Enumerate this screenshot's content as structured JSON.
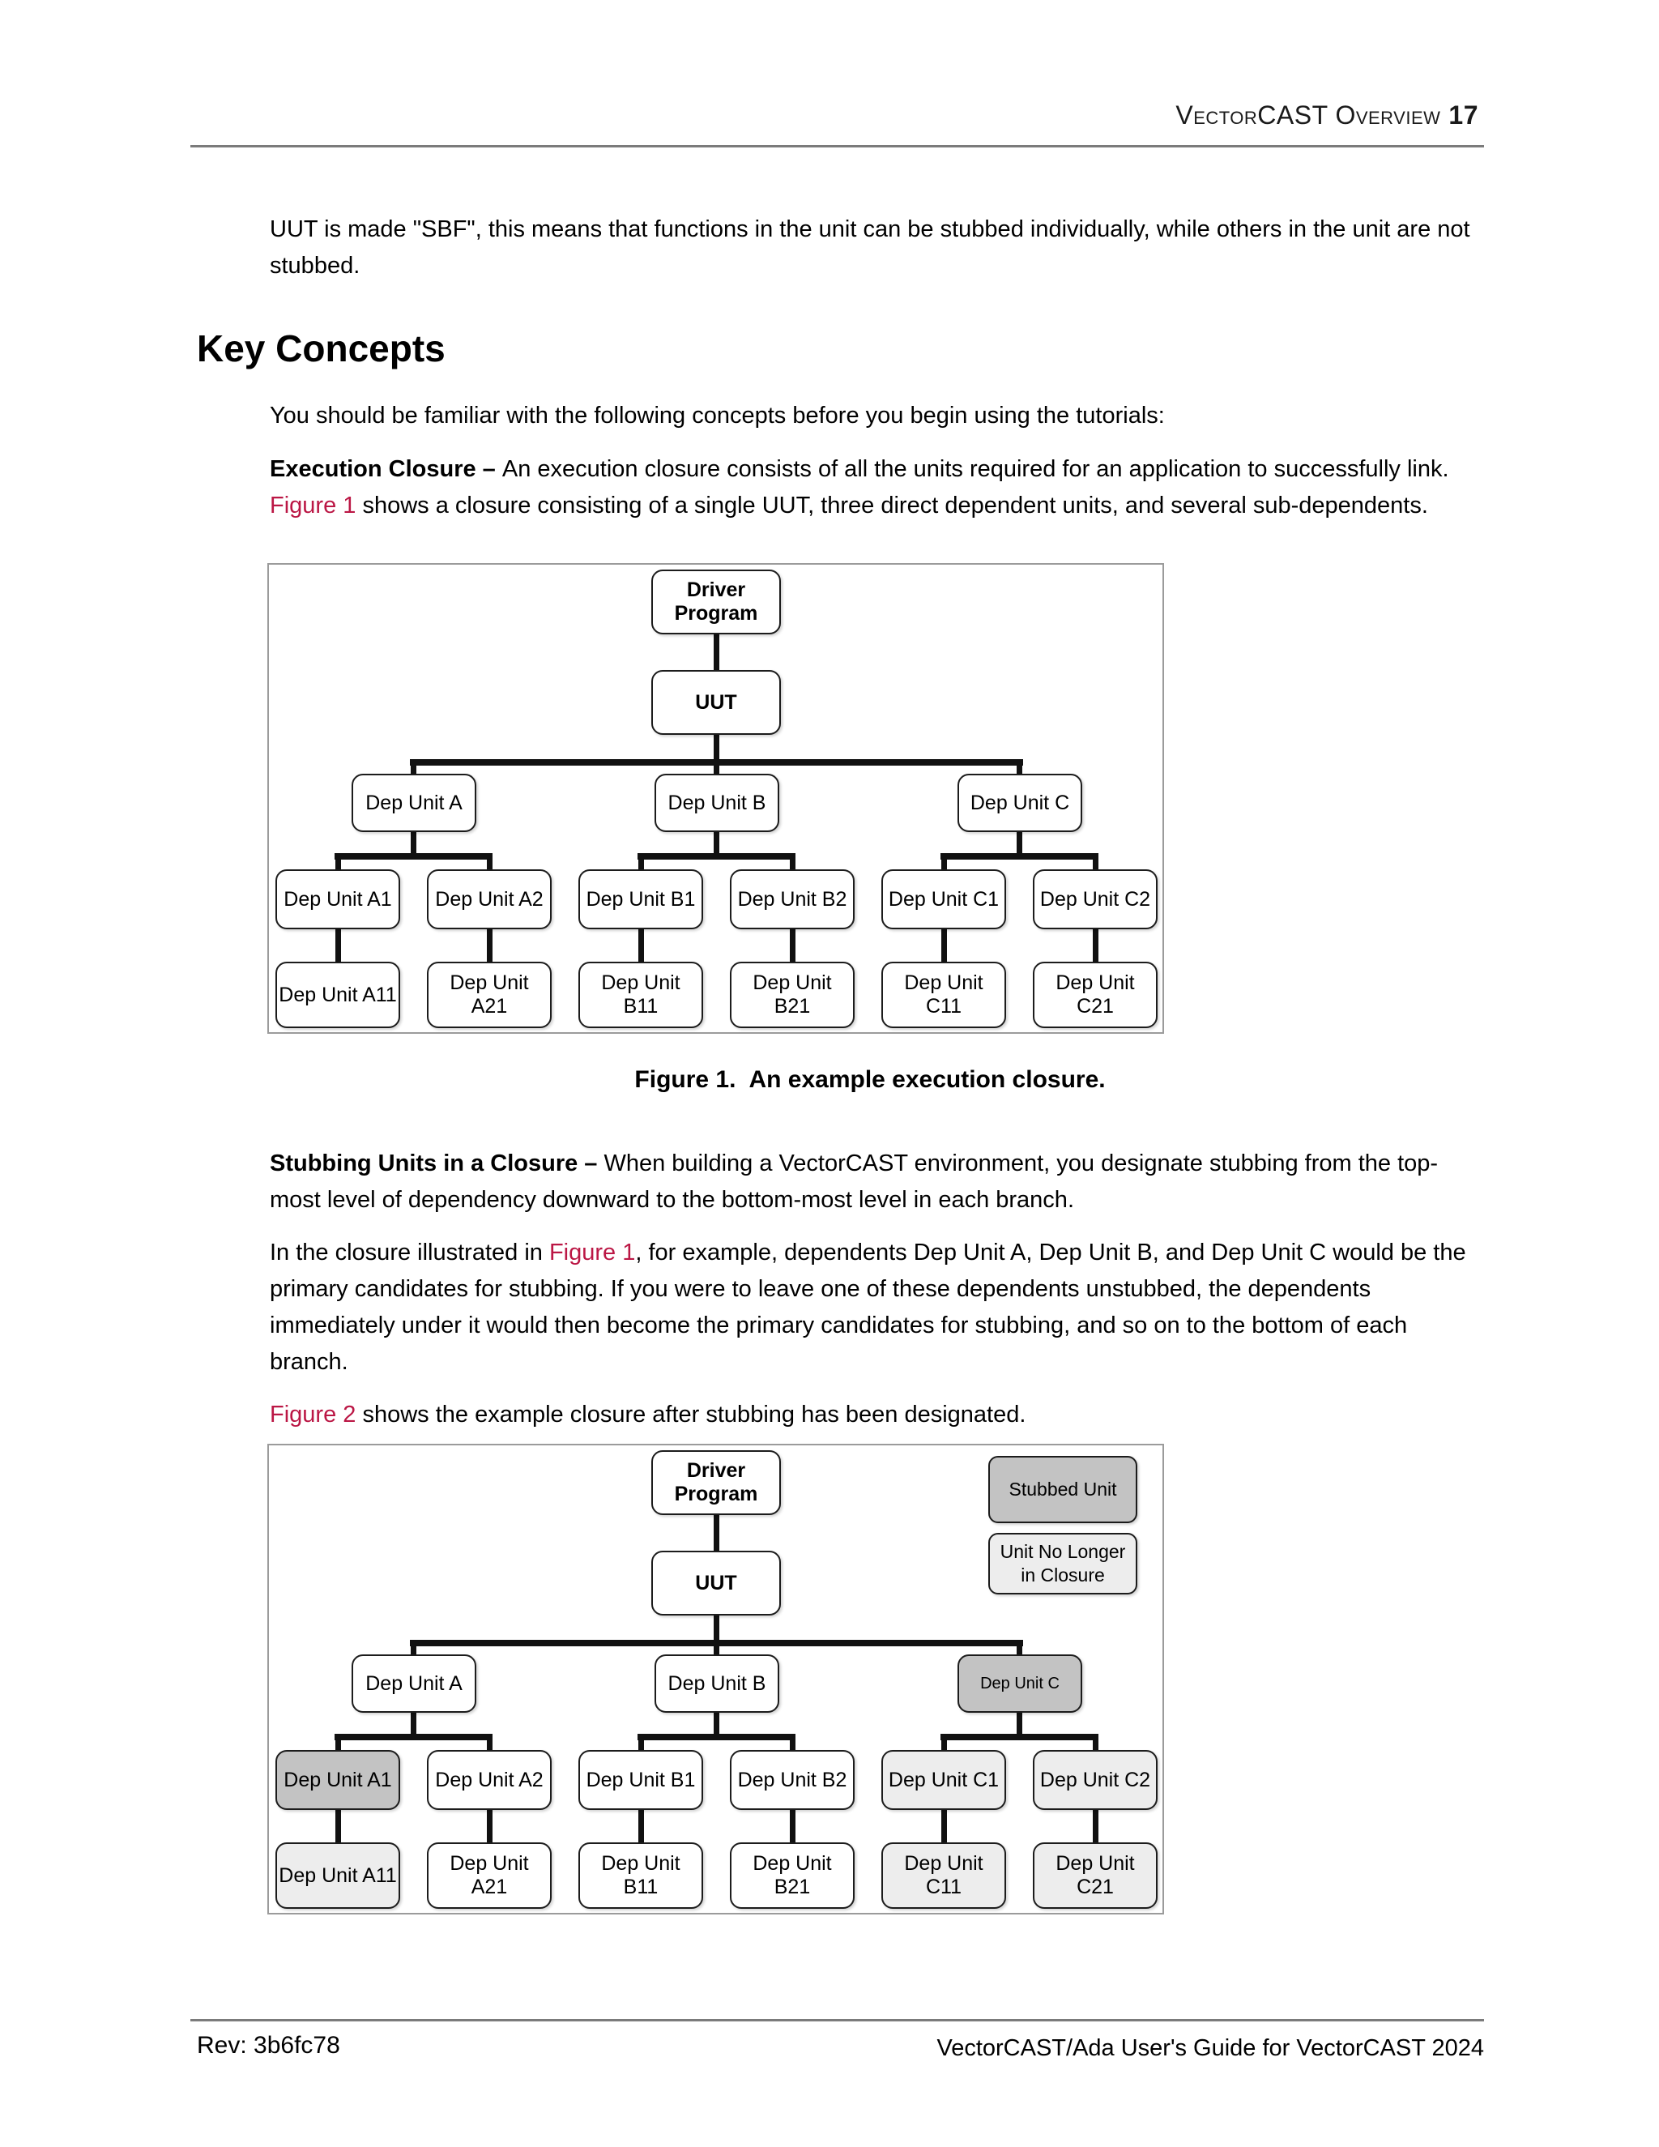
{
  "colors": {
    "link": "#bb1745",
    "stubbed_fill": "#c3c3c3",
    "ghost_fill": "#ededed"
  },
  "header": {
    "section": "VectorCAST Overview",
    "page_number": "17"
  },
  "intro": "UUT is made \"SBF\", this means that functions in the unit can be stubbed individually, while others in the unit are not stubbed.",
  "key_concepts": {
    "heading": "Key Concepts",
    "familiar": "You should be familiar with the following concepts before you begin using the tutorials:",
    "exec": {
      "lead": "Execution Closure – ",
      "pre": "An execution closure consists of all the units required for an application to successfully link. ",
      "link": "Figure 1",
      "post": " shows a closure consisting of a single UUT, three direct dependent units, and several sub-dependents."
    },
    "stubbing": {
      "lead": "Stubbing Units in a Closure – ",
      "text": "When building a VectorCAST environment, you designate stubbing from the top-most level of dependency downward to the bottom-most level in each branch."
    },
    "closure_para": {
      "pre": "In the closure illustrated in ",
      "link": "Figure 1",
      "post": ", for example, dependents Dep Unit A, Dep Unit B, and Dep Unit C would be the primary candidates for stubbing. If you were to leave one of these dependents unstubbed, the dependents immediately under it would then become the primary candidates for stubbing, and so on to the bottom of each branch."
    },
    "fig2_para": {
      "link": "Figure 2",
      "post": " shows the example closure after stubbing has been designated."
    }
  },
  "figure1": {
    "caption_label": "Figure 1.",
    "caption_text": "An example execution closure.",
    "nodes": {
      "driver": "Driver Program",
      "uut": "UUT",
      "depA": "Dep Unit A",
      "depB": "Dep Unit B",
      "depC": "Dep Unit C",
      "a1": "Dep Unit A1",
      "a2": "Dep Unit A2",
      "b1": "Dep Unit B1",
      "b2": "Dep Unit B2",
      "c1": "Dep Unit C1",
      "c2": "Dep Unit C2",
      "a11": "Dep Unit A11",
      "a21": "Dep Unit A21",
      "b11": "Dep Unit B11",
      "b21": "Dep Unit B21",
      "c11": "Dep Unit C11",
      "c21": "Dep Unit C21"
    }
  },
  "figure2": {
    "legend": {
      "stubbed": "Stubbed Unit",
      "no_longer": "Unit No Longer in Closure"
    },
    "nodes": {
      "driver": "Driver Program",
      "uut": "UUT",
      "depA": "Dep Unit A",
      "depB": "Dep Unit B",
      "depC": "Dep Unit C",
      "a1": "Dep Unit A1",
      "a2": "Dep Unit A2",
      "b1": "Dep Unit B1",
      "b2": "Dep Unit B2",
      "c1": "Dep Unit C1",
      "c2": "Dep Unit C2",
      "a11": "Dep Unit A11",
      "a21": "Dep Unit A21",
      "b11": "Dep Unit B11",
      "b21": "Dep Unit B21",
      "c11": "Dep Unit C11",
      "c21": "Dep Unit C21"
    }
  },
  "footer": {
    "left": "Rev: 3b6fc78",
    "right": "VectorCAST/Ada User's Guide for VectorCAST 2024"
  }
}
